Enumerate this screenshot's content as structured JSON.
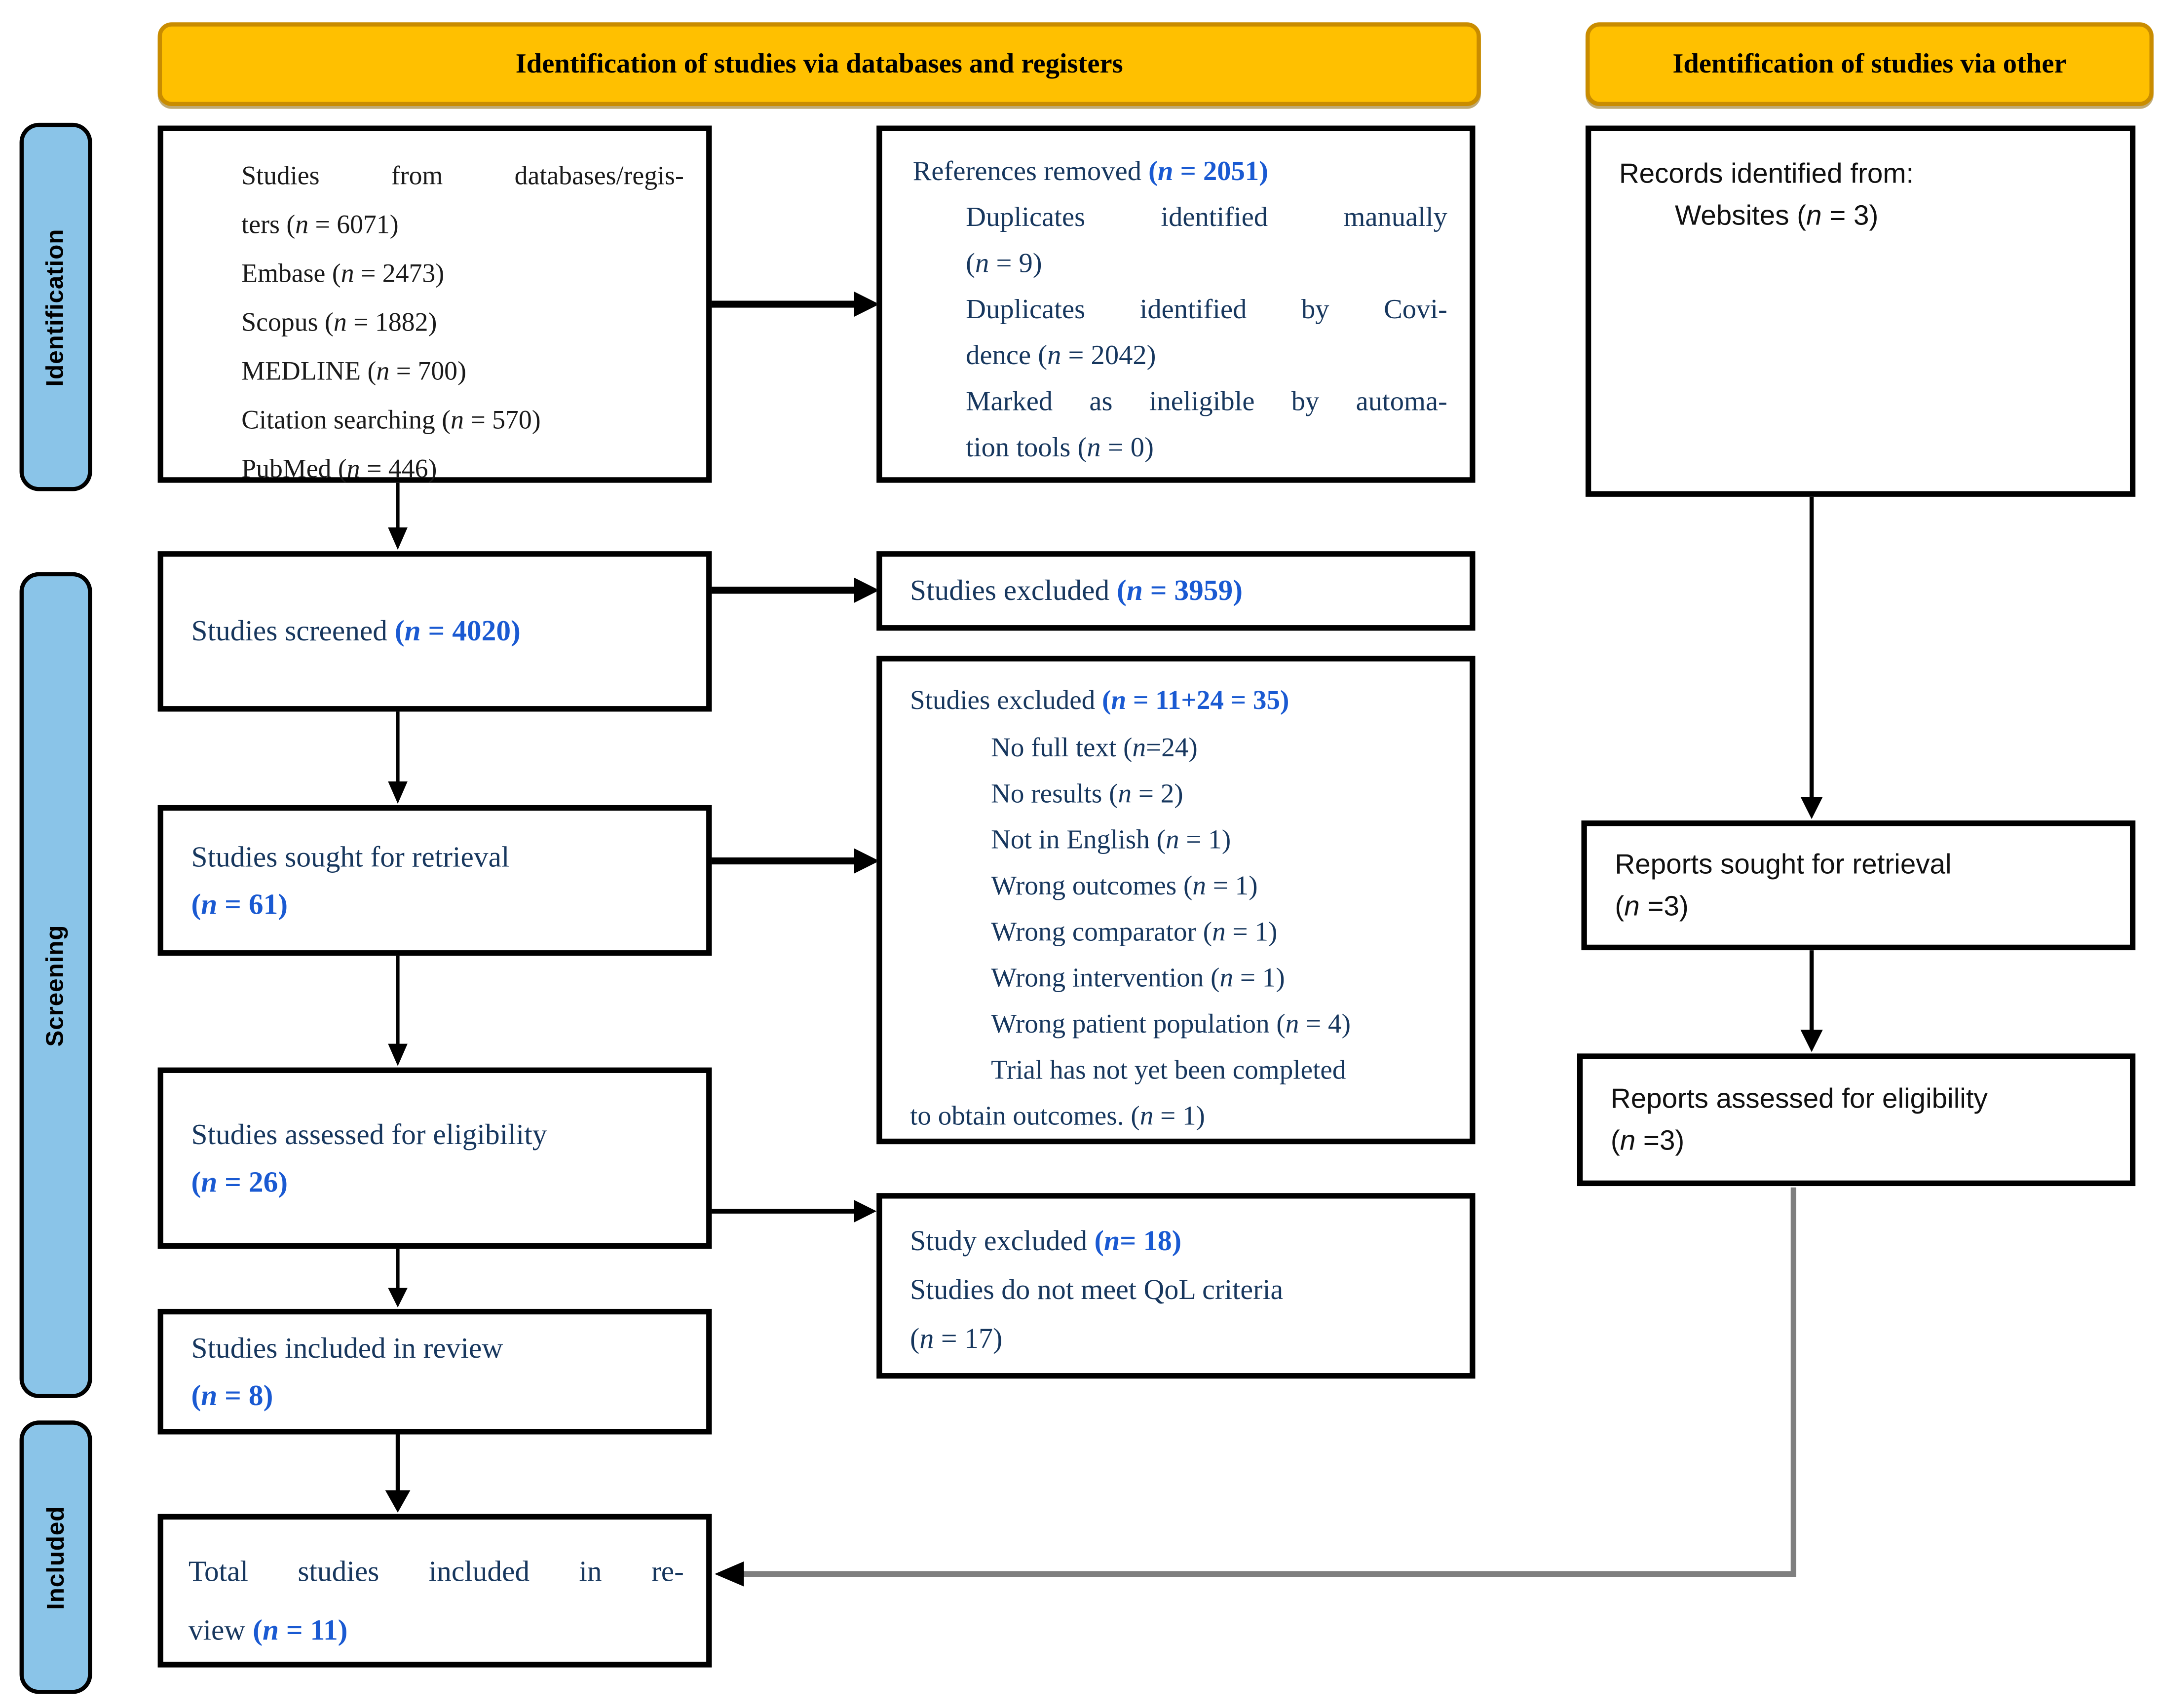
{
  "headers": {
    "databases": "Identification of studies via databases and registers",
    "other": "Identification of studies via other"
  },
  "side_labels": {
    "identification": "Identification",
    "screening": "Screening",
    "included": "Included"
  },
  "boxes": {
    "records_databases": {
      "lines": [
        {
          "t": "Studies from databases/regis-",
          "j": 1
        },
        {
          "t": "ters (n = 6071)"
        },
        {
          "t": "Embase (n = 2473)"
        },
        {
          "t": "Scopus (n = 1882)"
        },
        {
          "t": "MEDLINE (n = 700)"
        },
        {
          "t": "Citation searching (n = 570)"
        },
        {
          "t": "PubMed (n = 446)"
        }
      ]
    },
    "references_removed": {
      "lines": [
        {
          "t": "References removed [[(n = 2051)]]"
        },
        {
          "t": "Duplicates identified manually",
          "ind": 1,
          "j": 1
        },
        {
          "t": "(n = 9)",
          "ind": 1
        },
        {
          "t": "Duplicates identified by Covi-",
          "ind": 1,
          "j": 1
        },
        {
          "t": "dence (n = 2042)",
          "ind": 1
        },
        {
          "t": "Marked as ineligible by automa-",
          "ind": 1,
          "j": 1
        },
        {
          "t": "tion tools (n = 0)",
          "ind": 1
        }
      ]
    },
    "records_websites": {
      "lines": [
        {
          "t": "Records identified from:"
        },
        {
          "t": "Websites (n = 3)",
          "ind": 1
        }
      ]
    },
    "studies_screened": {
      "lines": [
        {
          "t": "Studies screened [[(n = 4020)]]"
        }
      ]
    },
    "studies_excluded_screen": {
      "lines": [
        {
          "t": "Studies excluded [[(n = 3959)]]"
        }
      ]
    },
    "studies_excluded_retrieval": {
      "lines": [
        {
          "t": "Studies excluded [[(n = 11+24 = 35)]]"
        },
        {
          "t": "No full text (n=24)",
          "ind": 1
        },
        {
          "t": "No results (n = 2)",
          "ind": 1
        },
        {
          "t": "Not in English (n = 1)",
          "ind": 1
        },
        {
          "t": "Wrong outcomes (n = 1)",
          "ind": 1
        },
        {
          "t": "Wrong comparator (n = 1)",
          "ind": 1
        },
        {
          "t": "Wrong intervention (n = 1)",
          "ind": 1
        },
        {
          "t": "Wrong patient population (n = 4)",
          "ind": 1
        },
        {
          "t": "Trial has not yet been completed",
          "ind": 1
        },
        {
          "t": "to obtain outcomes. (n = 1)"
        }
      ]
    },
    "studies_sought": {
      "lines": [
        {
          "t": "Studies sought for retrieval"
        },
        {
          "t": "[[(n = 61)]]"
        }
      ]
    },
    "studies_assessed": {
      "lines": [
        {
          "t": "Studies assessed for eligibility"
        },
        {
          "t": "[[(n = 26)]]"
        }
      ]
    },
    "study_excluded_qol": {
      "lines": [
        {
          "t": "Study excluded [[(n= 18)]]"
        },
        {
          "t": "Studies do not meet QoL criteria"
        },
        {
          "t": "(n = 17)"
        }
      ]
    },
    "studies_included": {
      "lines": [
        {
          "t": "Studies included in review"
        },
        {
          "t": "[[(n = 8)]]"
        }
      ]
    },
    "total_included": {
      "lines": [
        {
          "t": "Total studies included in re-",
          "j": 1
        },
        {
          "t": "view [[(n = 11)]]"
        }
      ]
    },
    "reports_sought": {
      "lines": [
        {
          "t": "Reports sought for retrieval"
        },
        {
          "t": "(n =3)"
        }
      ]
    },
    "reports_assessed": {
      "lines": [
        {
          "t": "Reports assessed for eligibility"
        },
        {
          "t": "(n =3)"
        }
      ]
    }
  },
  "colors": {
    "header_fill": "#FFC000",
    "header_border": "#C98C00",
    "side_label_fill": "#8AC4E8",
    "body_navy": "#17375E",
    "count_blue": "#1A5AD2",
    "elbow_line_gray": "#7F7F7F"
  }
}
